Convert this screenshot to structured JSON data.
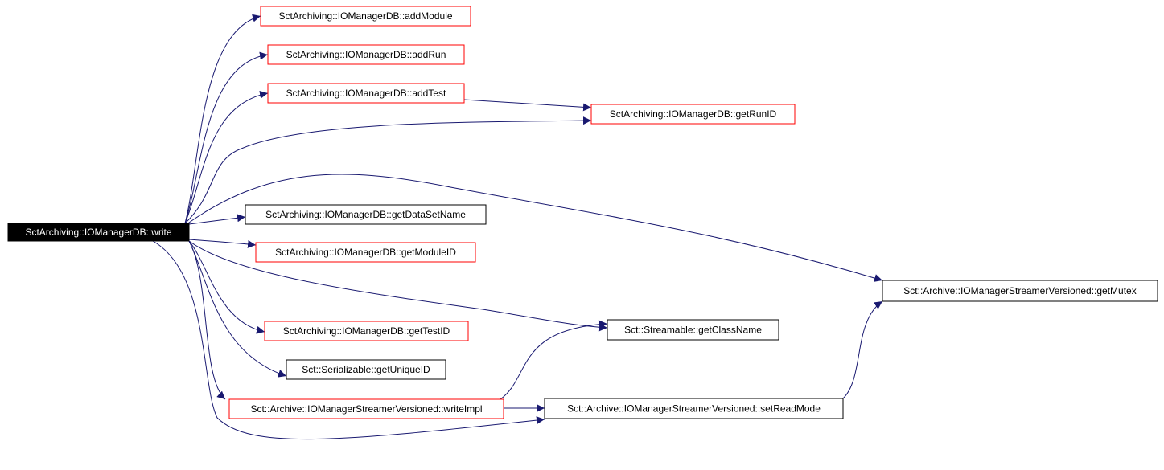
{
  "graph": {
    "colors": {
      "edge": "#191970",
      "background": "#ffffff",
      "root_fill": "#000000",
      "root_text": "#ffffff",
      "node_text": "#000000",
      "node_fill": "#ffffff",
      "border_linked": "#ff0000",
      "border_plain": "#000000"
    },
    "root": "SctArchiving::IOManagerDB::write",
    "nodes": [
      {
        "id": "write",
        "label": "SctArchiving::IOManagerDB::write",
        "style": "root"
      },
      {
        "id": "addModule",
        "label": "SctArchiving::IOManagerDB::addModule",
        "style": "linked"
      },
      {
        "id": "addRun",
        "label": "SctArchiving::IOManagerDB::addRun",
        "style": "linked"
      },
      {
        "id": "addTest",
        "label": "SctArchiving::IOManagerDB::addTest",
        "style": "linked"
      },
      {
        "id": "getRunID",
        "label": "SctArchiving::IOManagerDB::getRunID",
        "style": "linked"
      },
      {
        "id": "getDataSetName",
        "label": "SctArchiving::IOManagerDB::getDataSetName",
        "style": "plain"
      },
      {
        "id": "getModuleID",
        "label": "SctArchiving::IOManagerDB::getModuleID",
        "style": "linked"
      },
      {
        "id": "getMutex",
        "label": "Sct::Archive::IOManagerStreamerVersioned::getMutex",
        "style": "plain"
      },
      {
        "id": "getClassName",
        "label": "Sct::Streamable::getClassName",
        "style": "plain"
      },
      {
        "id": "getTestID",
        "label": "SctArchiving::IOManagerDB::getTestID",
        "style": "linked"
      },
      {
        "id": "getUniqueID",
        "label": "Sct::Serializable::getUniqueID",
        "style": "plain"
      },
      {
        "id": "writeImpl",
        "label": "Sct::Archive::IOManagerStreamerVersioned::writeImpl",
        "style": "linked"
      },
      {
        "id": "setReadMode",
        "label": "Sct::Archive::IOManagerStreamerVersioned::setReadMode",
        "style": "plain"
      }
    ],
    "edges": [
      {
        "from": "write",
        "to": "addModule"
      },
      {
        "from": "write",
        "to": "addRun"
      },
      {
        "from": "write",
        "to": "addTest"
      },
      {
        "from": "write",
        "to": "getRunID"
      },
      {
        "from": "write",
        "to": "getMutex"
      },
      {
        "from": "write",
        "to": "getDataSetName"
      },
      {
        "from": "write",
        "to": "getModuleID"
      },
      {
        "from": "write",
        "to": "getClassName"
      },
      {
        "from": "write",
        "to": "getTestID"
      },
      {
        "from": "write",
        "to": "getUniqueID"
      },
      {
        "from": "write",
        "to": "writeImpl"
      },
      {
        "from": "write",
        "to": "setReadMode"
      },
      {
        "from": "addTest",
        "to": "getRunID"
      },
      {
        "from": "writeImpl",
        "to": "getClassName"
      },
      {
        "from": "writeImpl",
        "to": "setReadMode"
      },
      {
        "from": "setReadMode",
        "to": "getMutex"
      }
    ]
  }
}
